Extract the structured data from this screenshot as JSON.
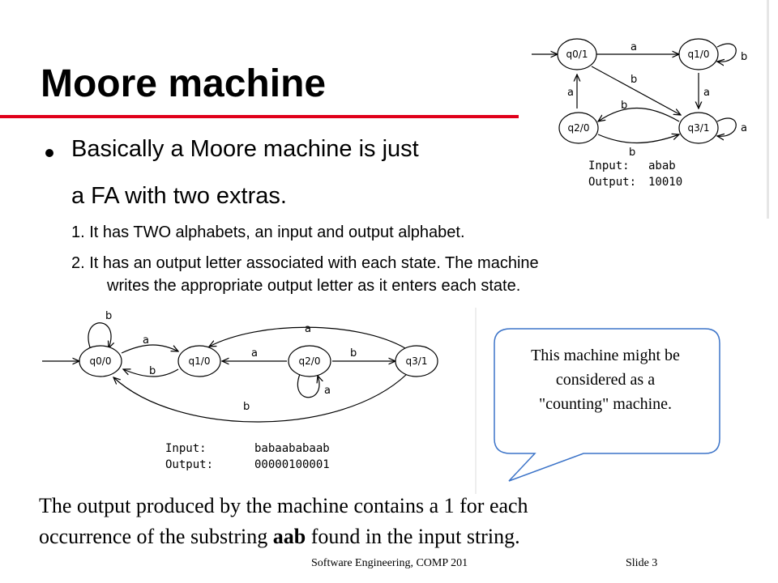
{
  "slide": {
    "title": "Moore machine",
    "bullet": {
      "line1": "Basically a Moore machine is just",
      "line2": "a FA with two extras."
    },
    "subpoints": {
      "item1": "1. It has TWO alphabets, an input and output alphabet.",
      "item2_line1": "2. It has an output letter associated with each state. The machine",
      "item2_line2": "writes the appropriate output letter as it enters each state."
    },
    "callout": {
      "line1": "This machine might be",
      "line2": "considered as a",
      "line3": "\"counting\" machine."
    },
    "bottom": {
      "line1": "The output produced by the machine contains a 1 for each",
      "line2_before": "occurrence of the substring ",
      "line2_bold": "aab",
      "line2_after": " found in the input string."
    },
    "footer": {
      "course": "Software Engineering, COMP 201",
      "slide_label": "Slide  3"
    },
    "colors": {
      "title_rule": "#e0001a",
      "callout_border": "#3b73c8"
    }
  },
  "diagram_top": {
    "states": {
      "q0": "q0/1",
      "q1": "q1/0",
      "q2": "q2/0",
      "q3": "q3/1"
    },
    "labels": {
      "a": "a",
      "b": "b"
    },
    "input_label": "Input:",
    "input_value": "abab",
    "output_label": "Output:",
    "output_value": "10010"
  },
  "diagram_bottom": {
    "states": {
      "q0": "q0/0",
      "q1": "q1/0",
      "q2": "q2/0",
      "q3": "q3/1"
    },
    "labels": {
      "a": "a",
      "b": "b"
    },
    "input_label": "Input:",
    "input_value": "babaababaab",
    "output_label": "Output:",
    "output_value": "00000100001"
  }
}
